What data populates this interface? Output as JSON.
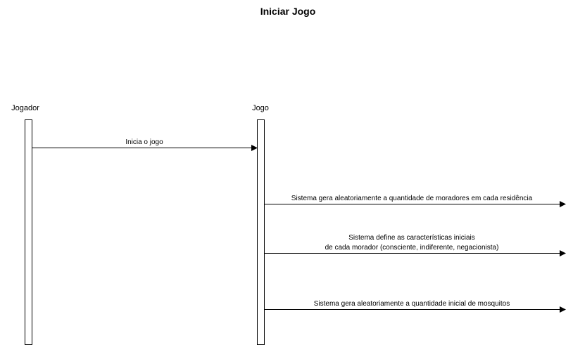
{
  "title": "Iniciar Jogo",
  "actors": [
    {
      "name": "Jogador"
    },
    {
      "name": "Jogo"
    }
  ],
  "messages": [
    {
      "from": "Jogador",
      "to": "Jogo",
      "lines": [
        "Inicia o jogo"
      ]
    },
    {
      "from": "Jogo",
      "to": "",
      "lines": [
        "Sistema gera aleatoriamente a quantidade de moradores em cada residência"
      ]
    },
    {
      "from": "Jogo",
      "to": "",
      "lines": [
        "Sistema define as características iniciais",
        "de cada morador (consciente, indiferente, negacionista)"
      ]
    },
    {
      "from": "Jogo",
      "to": "",
      "lines": [
        "Sistema gera aleatoriamente a quantidade inicial de mosquitos"
      ]
    }
  ],
  "colors": {
    "line": "#000000",
    "background": "#ffffff"
  }
}
